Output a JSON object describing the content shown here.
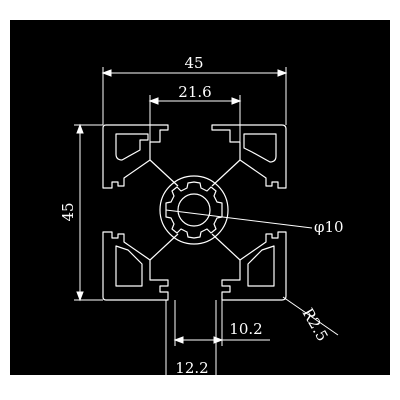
{
  "drawing": {
    "background": "#000000",
    "line_color": "#ffffff",
    "labels": {
      "overall_width": "45",
      "overall_height": "45",
      "slot_spacing": "21.6",
      "center_bore": "φ10",
      "corner_radius": "R2.5",
      "slot_opening": "10.2",
      "slot_inner_width": "12.2"
    }
  }
}
